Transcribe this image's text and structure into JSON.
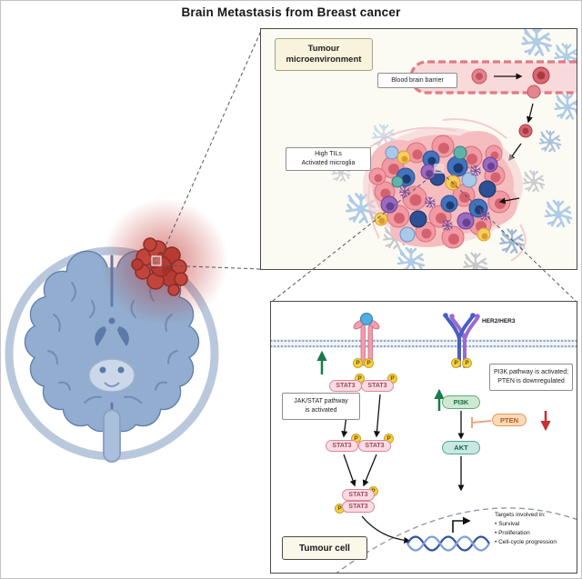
{
  "title": "Brain Metastasis from Breast cancer",
  "microenvironment_panel": {
    "title": "Tumour\nmicroenvironment",
    "blood_brain_barrier_label": "Blood brain barrier",
    "tils_label": "High TILs\nActivated microglia"
  },
  "pathway_panel": {
    "her_receptor_label": "HER2/HER3",
    "jak_stat_note": "JAK/STAT pathway\nis activated",
    "pi3k_note": "PI3K pathway is activated;\nPTEN is downregulated",
    "stat3_label": "STAT3",
    "pi3k_label": "PI3K",
    "pten_label": "PTEN",
    "akt_label": "AKT",
    "phospho_label": "P",
    "tumour_cell_label": "Tumour cell",
    "targets_heading": "Targets involved in:",
    "targets": [
      "Survival",
      "Proliferation",
      "Cell-cycle progression"
    ]
  },
  "colors": {
    "tumor_red": "#c2453c",
    "brain_blue": "#92adcf",
    "circle_ring": "#bac8dc",
    "vessel_wall_red": "#e07a86",
    "astrocyte_blue": "#aecbe8",
    "stat3_pink": "#fadce2",
    "phospho_yellow": "#f8d23e",
    "pi3k_green": "#cde9d4",
    "pten_orange": "#fbd9b9",
    "akt_teal": "#c9e7e3",
    "her2_blue": "#4a5ec2",
    "her3_purple": "#9a6ad0",
    "activation_green": "#1a7a4a",
    "downregulation_red": "#c83030"
  }
}
